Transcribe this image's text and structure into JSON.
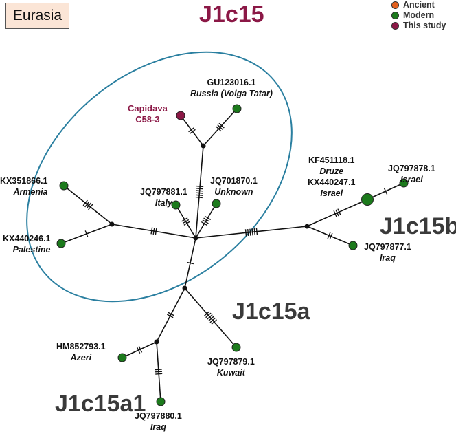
{
  "region_label": "Eurasia",
  "title": "J1c15",
  "legend": [
    {
      "label": "Ancient",
      "color": "#e3601e"
    },
    {
      "label": "Modern",
      "color": "#1c7a1c"
    },
    {
      "label": "This study",
      "color": "#8b1846"
    }
  ],
  "haplogroups": {
    "j1c15a": "J1c15a",
    "j1c15a1": "J1c15a1",
    "j1c15b": "J1c15b"
  },
  "samples": {
    "capidava": {
      "acc": "Capidava",
      "place": "C58-3"
    },
    "gu123016": {
      "acc": "GU123016.1",
      "place": "Russia (Volga Tatar)"
    },
    "kx351866": {
      "acc": "KX351866.1",
      "place": "Armenia"
    },
    "kx440246": {
      "acc": "KX440246.1",
      "place": "Palestine"
    },
    "jq797881": {
      "acc": "JQ797881.1",
      "place": "Italy"
    },
    "jq701870": {
      "acc": "JQ701870.1",
      "place": "Unknown"
    },
    "kf451118": {
      "acc": "KF451118.1",
      "place": "Druze"
    },
    "kx440247": {
      "acc": "KX440247.1",
      "place": "Israel"
    },
    "jq797878": {
      "acc": "JQ797878.1",
      "place": "Israel"
    },
    "jq797877": {
      "acc": "JQ797877.1",
      "place": "Iraq"
    },
    "hm852793": {
      "acc": "HM852793.1",
      "place": "Azeri"
    },
    "jq797879": {
      "acc": "JQ797879.1",
      "place": "Kuwait"
    },
    "jq797880": {
      "acc": "JQ797880.1",
      "place": "Iraq"
    }
  },
  "colors": {
    "modern": "#1c7a1c",
    "this_study": "#8b1846",
    "ellipse": "#2a7fa0",
    "edge": "#111111"
  }
}
